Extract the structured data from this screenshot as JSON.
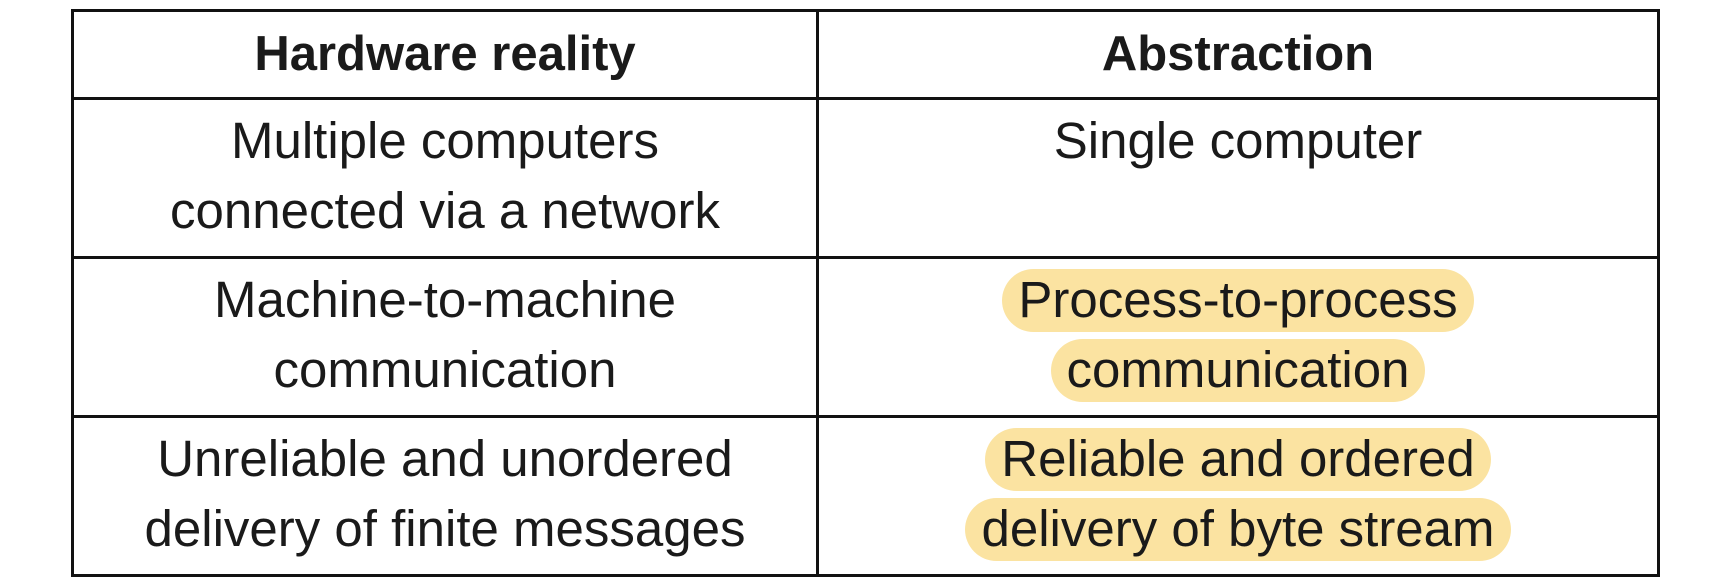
{
  "table": {
    "headers": [
      "Hardware reality",
      "Abstraction"
    ],
    "rows": [
      {
        "hardware": [
          "Multiple computers",
          "connected via a network"
        ],
        "abstraction": [
          "Single computer"
        ],
        "abstraction_highlighted": false
      },
      {
        "hardware": [
          "Machine-to-machine",
          "communication"
        ],
        "abstraction": [
          "Process-to-process",
          "communication"
        ],
        "abstraction_highlighted": true
      },
      {
        "hardware": [
          "Unreliable and unordered",
          "delivery of finite messages"
        ],
        "abstraction": [
          "Reliable and ordered",
          "delivery of byte stream"
        ],
        "abstraction_highlighted": true
      }
    ]
  },
  "colors": {
    "highlight": "#fbe3a1",
    "border": "#111111",
    "text": "#1a1a1a"
  }
}
